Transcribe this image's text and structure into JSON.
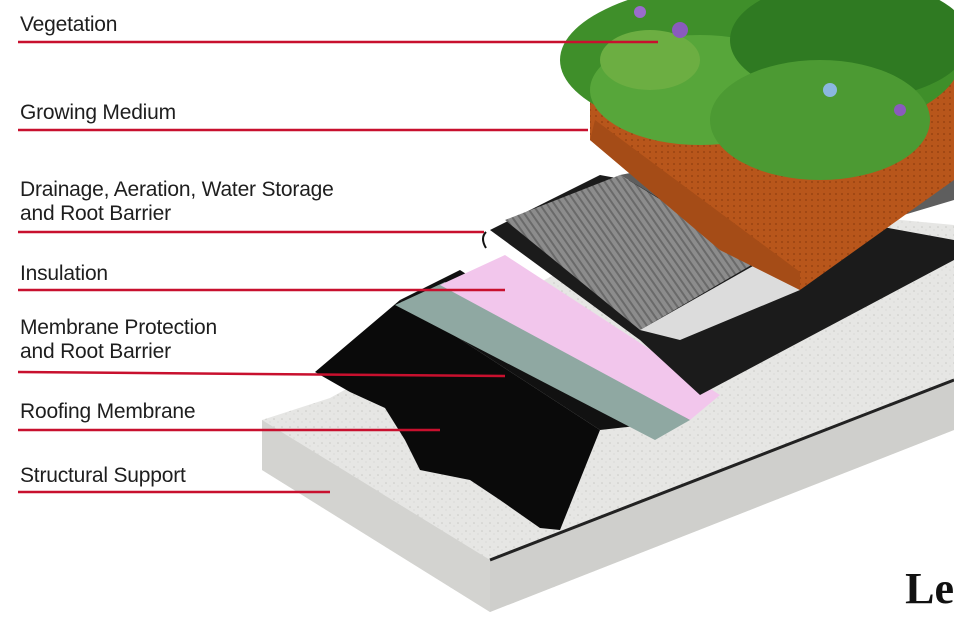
{
  "diagram": {
    "layers": [
      {
        "id": "vegetation",
        "lines": [
          "Vegetation"
        ]
      },
      {
        "id": "growing-medium",
        "lines": [
          "Growing Medium"
        ]
      },
      {
        "id": "drainage",
        "lines": [
          "Drainage, Aeration, Water Storage",
          "and Root Barrier"
        ]
      },
      {
        "id": "insulation",
        "lines": [
          "Insulation"
        ]
      },
      {
        "id": "membrane-protection",
        "lines": [
          "Membrane Protection",
          "and Root Barrier"
        ]
      },
      {
        "id": "roofing-membrane",
        "lines": [
          "Roofing Membrane"
        ]
      },
      {
        "id": "structural-support",
        "lines": [
          "Structural Support"
        ]
      }
    ],
    "leader_color": "#c8102e",
    "layer_colors": {
      "vegetation": "#3f8f2a",
      "growing_medium": "#b5541a",
      "drainage": "#8a8a8a",
      "insulation": "#f2c6ec",
      "membrane_protection": "#8fa8a2",
      "roofing_membrane": "#0a0a0a",
      "structural_support": "#e4e4e2"
    }
  },
  "corner_text": "Le"
}
